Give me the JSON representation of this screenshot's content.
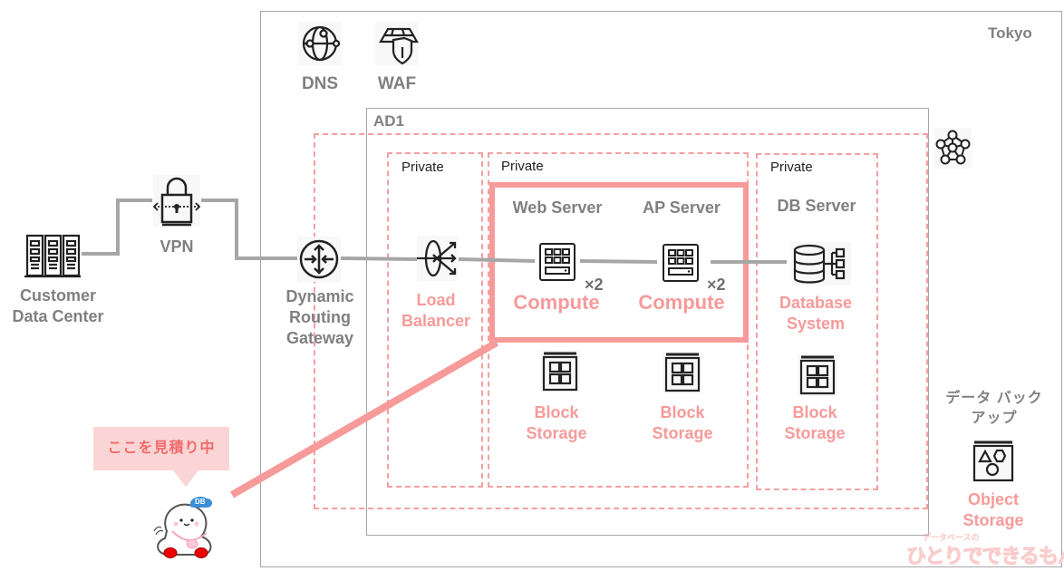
{
  "region": {
    "label": "Tokyo"
  },
  "availability_domain": {
    "label": "AD1"
  },
  "global_services": [
    {
      "id": "dns",
      "label": "DNS",
      "icon": "globe-network-icon"
    },
    {
      "id": "waf",
      "label": "WAF",
      "icon": "firewall-shield-icon"
    }
  ],
  "external": {
    "customer": {
      "label_line1": "Customer",
      "label_line2": "Data Center",
      "icon": "server-rack-icon"
    },
    "vpn": {
      "label": "VPN",
      "icon": "padlock-icon"
    },
    "drg": {
      "label_line1": "Dynamic",
      "label_line2": "Routing",
      "label_line3": "Gateway",
      "icon": "router-icon"
    }
  },
  "vcn": {
    "icon": "vcn-network-icon"
  },
  "subnets": [
    {
      "label": "Private"
    },
    {
      "label": "Private"
    },
    {
      "label": "Private"
    }
  ],
  "load_balancer": {
    "label_line1": "Load",
    "label_line2": "Balancer",
    "icon": "load-balancer-icon"
  },
  "servers": [
    {
      "role": "Web Server",
      "service": "Compute",
      "multiplier": "×2",
      "icon": "compute-icon"
    },
    {
      "role": "AP Server",
      "service": "Compute",
      "multiplier": "×2",
      "icon": "compute-icon"
    },
    {
      "role": "DB Server",
      "service_line1": "Database",
      "service_line2": "System",
      "icon": "database-icon"
    }
  ],
  "block_storage": [
    {
      "label_line1": "Block",
      "label_line2": "Storage"
    },
    {
      "label_line1": "Block",
      "label_line2": "Storage"
    },
    {
      "label_line1": "Block",
      "label_line2": "Storage"
    }
  ],
  "backup": {
    "title_line1": "データ バック",
    "title_line2": "アップ",
    "label_line1": "Object",
    "label_line2": "Storage",
    "icon": "object-storage-icon"
  },
  "callout": {
    "text": "ここを見積り中"
  },
  "mascot": {
    "badge": "DB"
  },
  "watermark": {
    "text": "ひとりでできるもん",
    "subtext": "データベースの"
  },
  "colors": {
    "accent": "#f79a9a",
    "label_gray": "#808080",
    "wire": "#a6a6a6",
    "bubble": "#fbd5d5"
  }
}
